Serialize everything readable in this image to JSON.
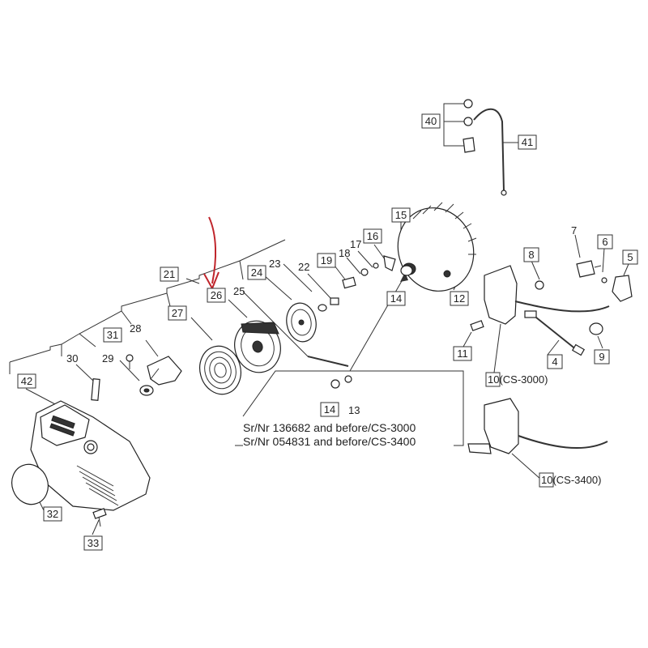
{
  "parts": [
    {
      "id": "p4",
      "label": "4"
    },
    {
      "id": "p5",
      "label": "5"
    },
    {
      "id": "p6",
      "label": "6"
    },
    {
      "id": "p7",
      "label": "7"
    },
    {
      "id": "p8",
      "label": "8"
    },
    {
      "id": "p9",
      "label": "9"
    },
    {
      "id": "p10a",
      "label": "10(CS-3000)"
    },
    {
      "id": "p10b",
      "label": "10(CS-3400)"
    },
    {
      "id": "p11",
      "label": "11"
    },
    {
      "id": "p12",
      "label": "12"
    },
    {
      "id": "p13",
      "label": "13"
    },
    {
      "id": "p14a",
      "label": "14"
    },
    {
      "id": "p14b",
      "label": "14"
    },
    {
      "id": "p15",
      "label": "15"
    },
    {
      "id": "p16",
      "label": "16"
    },
    {
      "id": "p17",
      "label": "17"
    },
    {
      "id": "p18",
      "label": "18"
    },
    {
      "id": "p19",
      "label": "19"
    },
    {
      "id": "p21",
      "label": "21"
    },
    {
      "id": "p22",
      "label": "22"
    },
    {
      "id": "p23",
      "label": "23"
    },
    {
      "id": "p24",
      "label": "24"
    },
    {
      "id": "p25",
      "label": "25"
    },
    {
      "id": "p26",
      "label": "26"
    },
    {
      "id": "p27",
      "label": "27"
    },
    {
      "id": "p28",
      "label": "28"
    },
    {
      "id": "p29",
      "label": "29"
    },
    {
      "id": "p30",
      "label": "30"
    },
    {
      "id": "p31",
      "label": "31"
    },
    {
      "id": "p32",
      "label": "32"
    },
    {
      "id": "p33",
      "label": "33"
    },
    {
      "id": "p40",
      "label": "40"
    },
    {
      "id": "p41",
      "label": "41"
    },
    {
      "id": "p42",
      "label": "42"
    }
  ],
  "note": {
    "line1": "Sr/Nr 136682 and before/CS-3000",
    "line2": "Sr/Nr 054831 and before/CS-3400"
  },
  "colors": {
    "line": "#333333",
    "highlight_arrow": "#c0262c"
  }
}
